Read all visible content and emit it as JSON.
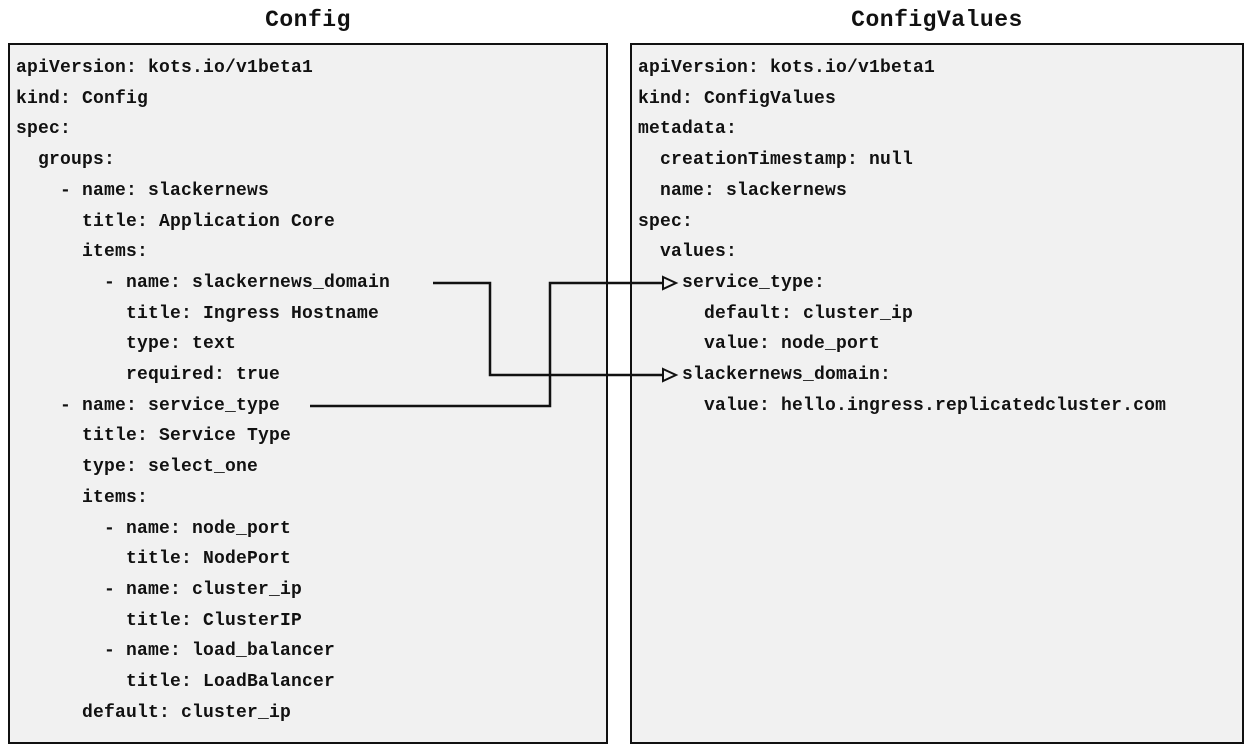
{
  "diagram": {
    "left_panel": {
      "title": "Config",
      "code": "apiVersion: kots.io/v1beta1\nkind: Config\nspec:\n  groups:\n    - name: slackernews\n      title: Application Core\n      items:\n        - name: slackernews_domain\n          title: Ingress Hostname\n          type: text\n          required: true\n    - name: service_type\n      title: Service Type\n      type: select_one\n      items:\n        - name: node_port\n          title: NodePort\n        - name: cluster_ip\n          title: ClusterIP\n        - name: load_balancer\n          title: LoadBalancer\n      default: cluster_ip"
    },
    "right_panel": {
      "title": "ConfigValues",
      "code": "apiVersion: kots.io/v1beta1\nkind: ConfigValues\nmetadata:\n  creationTimestamp: null\n  name: slackernews\nspec:\n  values:\n    service_type:\n      default: cluster_ip\n      value: node_port\n    slackernews_domain:\n      value: hello.ingress.replicatedcluster.com"
    },
    "connectors": [
      {
        "from": "Config item: slackernews_domain",
        "to": "ConfigValues key: slackernews_domain",
        "style": "elbow-right-down-right-arrow"
      },
      {
        "from": "Config item: service_type",
        "to": "ConfigValues key: service_type",
        "style": "elbow-right-up-right-arrow"
      }
    ],
    "colors": {
      "page_bg": "#ffffff",
      "panel_bg": "#f1f1f1",
      "panel_border": "#111111",
      "text": "#111111",
      "connector": "#111111"
    }
  }
}
